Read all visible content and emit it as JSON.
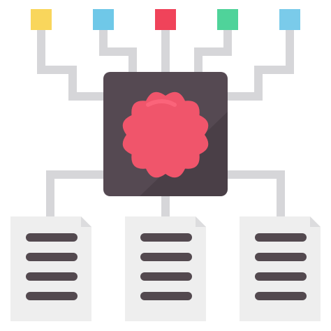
{
  "icon": {
    "name": "brain-processor-network-icon",
    "colors": {
      "connector": "#d6d6d9",
      "chip": "#4a3f47",
      "chip_shadow": "#3e343b",
      "chip_highlight": "#6a5c66",
      "brain": "#f0556b",
      "brain_highlight": "#ff6b80",
      "document": "#eeeeee",
      "document_fold": "#dcdcde",
      "text_line": "#53494f"
    },
    "inputs": [
      {
        "name": "input-yellow",
        "color": "#f9d65c"
      },
      {
        "name": "input-blue",
        "color": "#6fc8e8"
      },
      {
        "name": "input-red",
        "color": "#f0435a"
      },
      {
        "name": "input-green",
        "color": "#4fd39a"
      },
      {
        "name": "input-lightblue",
        "color": "#7acbea"
      }
    ],
    "outputs": [
      {
        "name": "document-left",
        "lines": 4
      },
      {
        "name": "document-middle",
        "lines": 4
      },
      {
        "name": "document-right",
        "lines": 4
      }
    ]
  }
}
